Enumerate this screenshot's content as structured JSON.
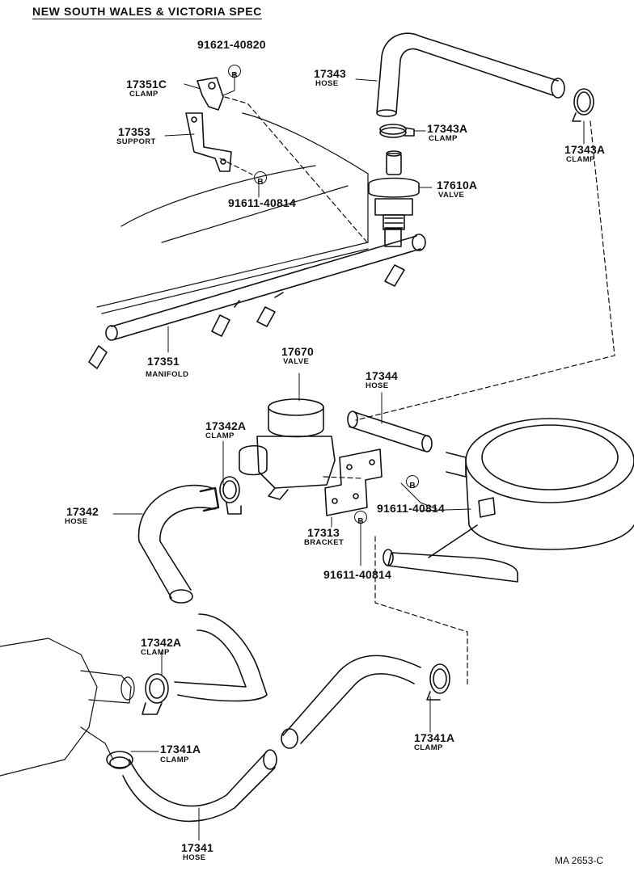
{
  "title": "NEW SOUTH WALES & VICTORIA SPEC",
  "footer": "MA   2653-C",
  "callout_letter": "B",
  "parts": {
    "bolt_91621": {
      "number": "91621-40820"
    },
    "clamp_17351c": {
      "number": "17351C",
      "name": "CLAMP"
    },
    "hose_17343": {
      "number": "17343",
      "name": "HOSE"
    },
    "clamp_17343a_top": {
      "number": "17343A",
      "name": "CLAMP"
    },
    "clamp_17343a_right": {
      "number": "17343A",
      "name": "CLAMP"
    },
    "support_17353": {
      "number": "17353",
      "name": "SUPPORT"
    },
    "valve_17610a": {
      "number": "17610A",
      "name": "VALVE"
    },
    "bolt_91611_a": {
      "number": "91611-40814"
    },
    "manifold_17351": {
      "number": "17351",
      "name": "MANIFOLD"
    },
    "valve_17670": {
      "number": "17670",
      "name": "VALVE"
    },
    "hose_17344": {
      "number": "17344",
      "name": "HOSE"
    },
    "clamp_17342a_top": {
      "number": "17342A",
      "name": "CLAMP"
    },
    "bolt_91611_b": {
      "number": "91611-40814"
    },
    "hose_17342": {
      "number": "17342",
      "name": "HOSE"
    },
    "bracket_17313": {
      "number": "17313",
      "name": "BRACKET"
    },
    "bolt_91611_c": {
      "number": "91611-40814"
    },
    "clamp_17342a_bottom": {
      "number": "17342A",
      "name": "CLAMP"
    },
    "clamp_17341a_left": {
      "number": "17341A",
      "name": "CLAMP"
    },
    "clamp_17341a_right": {
      "number": "17341A",
      "name": "CLAMP"
    },
    "hose_17341": {
      "number": "17341",
      "name": "HOSE"
    }
  }
}
